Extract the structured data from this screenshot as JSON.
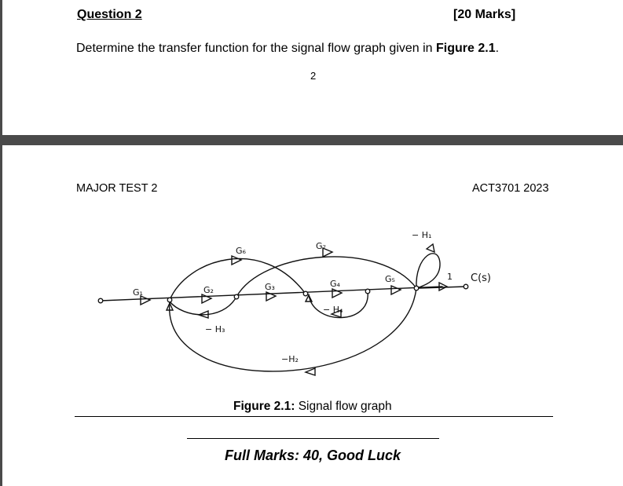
{
  "question": {
    "title": "Question 2",
    "marks": "[20 Marks]",
    "text_prefix": "Determine the transfer function for the signal flow graph given in ",
    "figure_ref": "Figure 2.1",
    "text_suffix": ".",
    "page_number": "2"
  },
  "header": {
    "left": "MAJOR TEST 2",
    "right": "ACT3701 2023"
  },
  "figure": {
    "labels": {
      "g1": "G₁",
      "g2": "G₂",
      "g3": "G₃",
      "g4": "G₄",
      "g5": "G₅",
      "g6": "G₆",
      "g7": "G₇",
      "h1": "− H₁",
      "h2": "−H₂",
      "h3": "− H₃",
      "h4": "− H₄",
      "unity": "1",
      "output": "C(s)"
    },
    "caption_label": "Figure 2.1:",
    "caption_text": " Signal flow graph"
  },
  "footer": {
    "text": "Full Marks: 40, Good Luck"
  }
}
